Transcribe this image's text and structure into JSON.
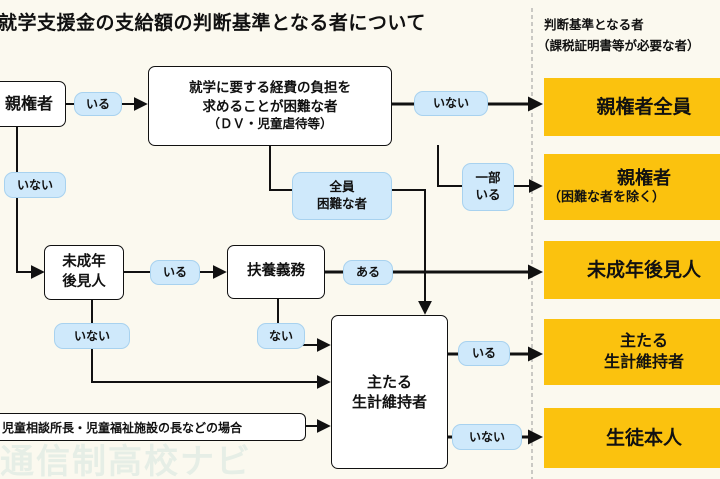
{
  "title": "就学支援金の支給額の判断基準となる者について",
  "right_header": {
    "line1": "判断基準となる者",
    "line2": "（課税証明書等が必要な者）"
  },
  "watermark": "通信制高校ナビ",
  "nodes": {
    "guardian": "親権者",
    "difficulty_line1": "就学に要する経費の負担を",
    "difficulty_line2": "求めることが困難な者",
    "difficulty_line3": "（ＤＶ・児童虐待等）",
    "minor_guardian_line1": "未成年",
    "minor_guardian_line2": "後見人",
    "support_duty": "扶養義務",
    "breadwinner_line1": "主たる",
    "breadwinner_line2": "生計維持者",
    "special_case": "児童相談所長・児童福祉施設の長などの場合"
  },
  "edge_labels": {
    "exists_1": "いる",
    "none_1": "いない",
    "none_left": "いない",
    "all_line1": "全員",
    "all_line2": "困難な者",
    "some_line1": "一部",
    "some_line2": "いる",
    "exists_2": "いる",
    "has": "ある",
    "none_minor": "いない",
    "not_have": "ない",
    "exists_3": "いる",
    "none_3": "いない"
  },
  "results": {
    "all_guardians": "親権者全員",
    "guardian_line1": "親権者",
    "guardian_line2": "（困難な者を除く）",
    "minor_guardian": "未成年後見人",
    "breadwinner_line1": "主たる",
    "breadwinner_line2": "生計維持者",
    "student": "生徒本人"
  },
  "colors": {
    "background": "#fbf9ef",
    "result_fill": "#fbc20e",
    "label_fill": "#cfe9fb",
    "line": "#111111"
  }
}
